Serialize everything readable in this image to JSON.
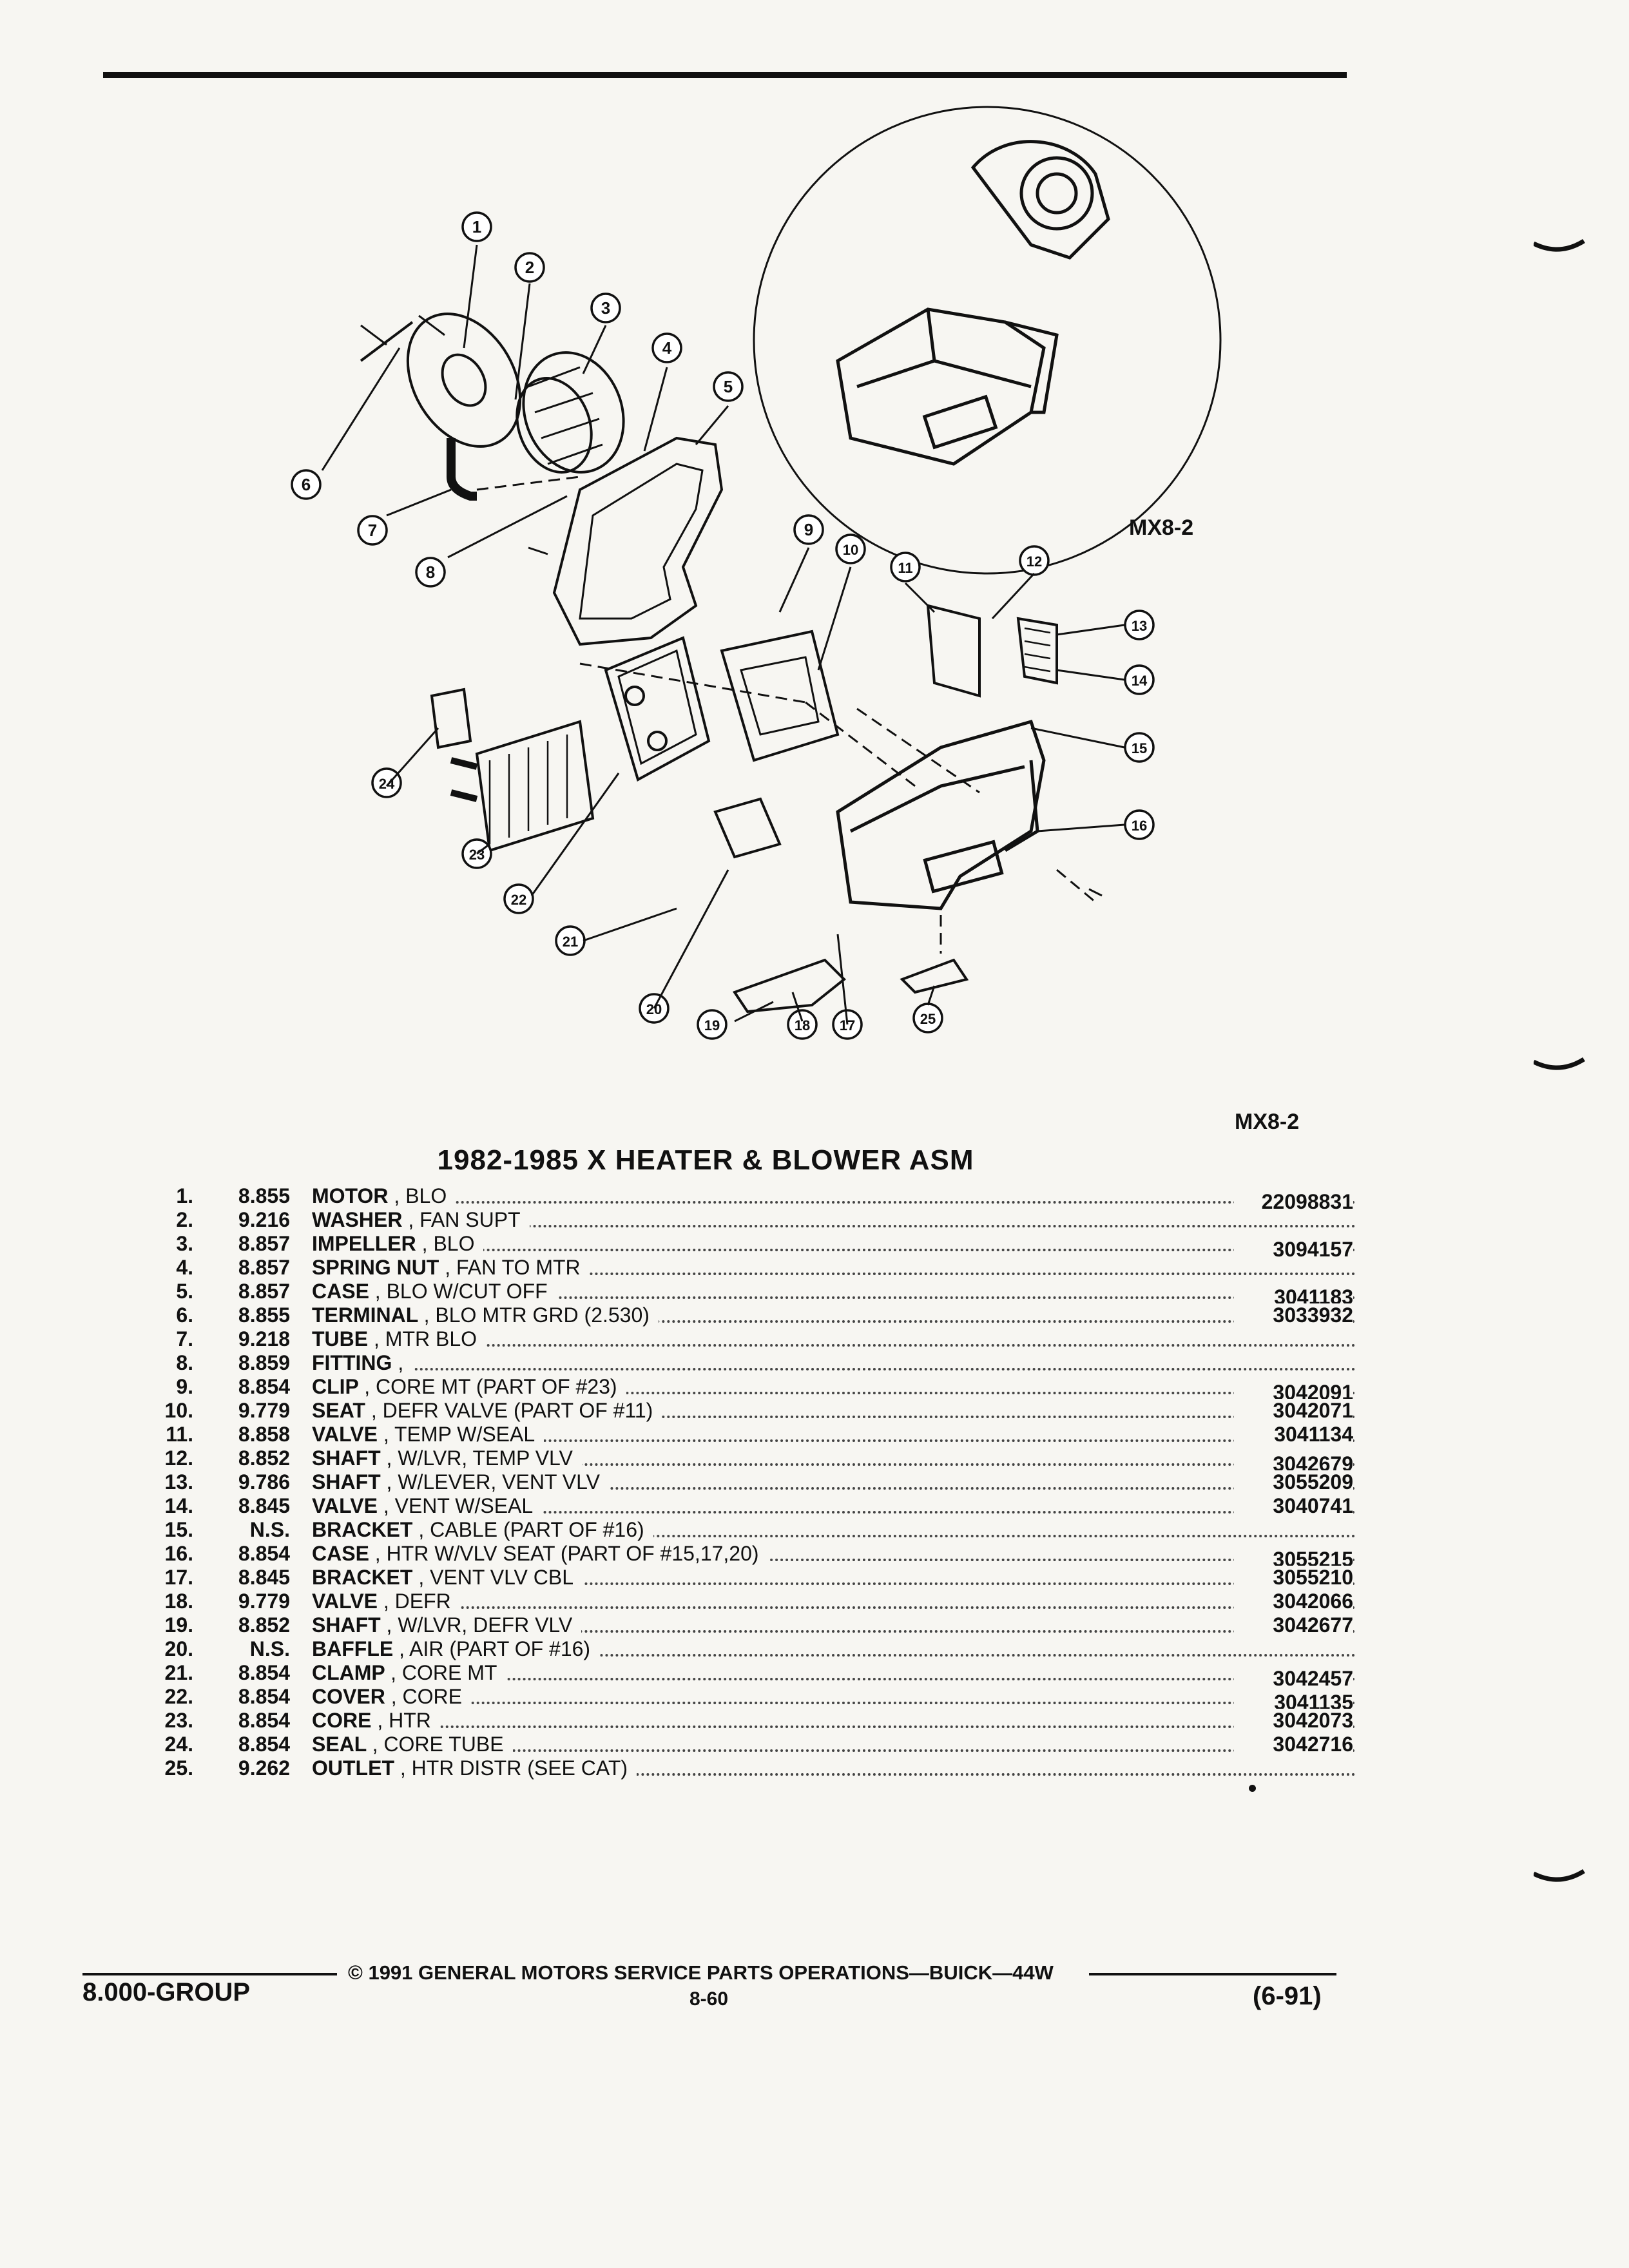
{
  "figure": {
    "code_upper": "MX8-2",
    "code_lower": "MX8-2",
    "callouts": [
      "1",
      "2",
      "3",
      "4",
      "5",
      "6",
      "7",
      "8",
      "9",
      "10",
      "11",
      "12",
      "13",
      "14",
      "15",
      "16",
      "17",
      "18",
      "19",
      "20",
      "21",
      "22",
      "23",
      "24",
      "25"
    ]
  },
  "title": "1982-1985 X HEATER & BLOWER ASM",
  "parts": [
    {
      "num": "1.",
      "group": "8.855",
      "name": "MOTOR",
      "sub": ", BLO",
      "part": "22098831"
    },
    {
      "num": "2.",
      "group": "9.216",
      "name": "WASHER",
      "sub": ", FAN SUPT",
      "part": ""
    },
    {
      "num": "3.",
      "group": "8.857",
      "name": "IMPELLER",
      "sub": ", BLO",
      "part": "3094157"
    },
    {
      "num": "4.",
      "group": "8.857",
      "name": "SPRING NUT",
      "sub": ", FAN TO MTR",
      "part": ""
    },
    {
      "num": "5.",
      "group": "8.857",
      "name": "CASE",
      "sub": ", BLO W/CUT OFF",
      "part": "3041183"
    },
    {
      "num": "6.",
      "group": "8.855",
      "name": "TERMINAL",
      "sub": ", BLO MTR GRD (2.530)",
      "part": "3033932"
    },
    {
      "num": "7.",
      "group": "9.218",
      "name": "TUBE",
      "sub": ", MTR BLO",
      "part": ""
    },
    {
      "num": "8.",
      "group": "8.859",
      "name": "FITTING",
      "sub": ",",
      "part": ""
    },
    {
      "num": "9.",
      "group": "8.854",
      "name": "CLIP",
      "sub": ", CORE MT (PART OF #23)",
      "part": "3042091"
    },
    {
      "num": "10.",
      "group": "9.779",
      "name": "SEAT",
      "sub": ", DEFR VALVE (PART OF #11)",
      "part": "3042071"
    },
    {
      "num": "11.",
      "group": "8.858",
      "name": "VALVE",
      "sub": ", TEMP W/SEAL",
      "part": "3041134"
    },
    {
      "num": "12.",
      "group": "8.852",
      "name": "SHAFT",
      "sub": ", W/LVR, TEMP VLV",
      "part": "3042679"
    },
    {
      "num": "13.",
      "group": "9.786",
      "name": "SHAFT",
      "sub": ", W/LEVER, VENT VLV",
      "part": "3055209"
    },
    {
      "num": "14.",
      "group": "8.845",
      "name": "VALVE",
      "sub": ", VENT W/SEAL",
      "part": "3040741"
    },
    {
      "num": "15.",
      "group": "N.S.",
      "name": "BRACKET",
      "sub": ", CABLE (PART OF #16)",
      "part": ""
    },
    {
      "num": "16.",
      "group": "8.854",
      "name": "CASE",
      "sub": ", HTR W/VLV SEAT (PART OF #15,17,20)",
      "part": "3055215"
    },
    {
      "num": "17.",
      "group": "8.845",
      "name": "BRACKET",
      "sub": ", VENT VLV CBL",
      "part": "3055210"
    },
    {
      "num": "18.",
      "group": "9.779",
      "name": "VALVE",
      "sub": ", DEFR",
      "part": "3042066"
    },
    {
      "num": "19.",
      "group": "8.852",
      "name": "SHAFT",
      "sub": ", W/LVR, DEFR VLV",
      "part": "3042677"
    },
    {
      "num": "20.",
      "group": "N.S.",
      "name": "BAFFLE",
      "sub": ", AIR (PART OF #16)",
      "part": ""
    },
    {
      "num": "21.",
      "group": "8.854",
      "name": "CLAMP",
      "sub": ", CORE MT",
      "part": "3042457"
    },
    {
      "num": "22.",
      "group": "8.854",
      "name": "COVER",
      "sub": ", CORE",
      "part": "3041135"
    },
    {
      "num": "23.",
      "group": "8.854",
      "name": "CORE",
      "sub": ", HTR",
      "part": "3042073"
    },
    {
      "num": "24.",
      "group": "8.854",
      "name": "SEAL",
      "sub": ", CORE TUBE",
      "part": "3042716"
    },
    {
      "num": "25.",
      "group": "9.262",
      "name": "OUTLET",
      "sub": ", HTR DISTR (SEE CAT)",
      "part": ""
    }
  ],
  "footer": {
    "copyright": "© 1991 GENERAL MOTORS SERVICE PARTS OPERATIONS—BUICK—44W",
    "group": "8.000-GROUP",
    "page": "8-60",
    "date": "(6-91)"
  }
}
